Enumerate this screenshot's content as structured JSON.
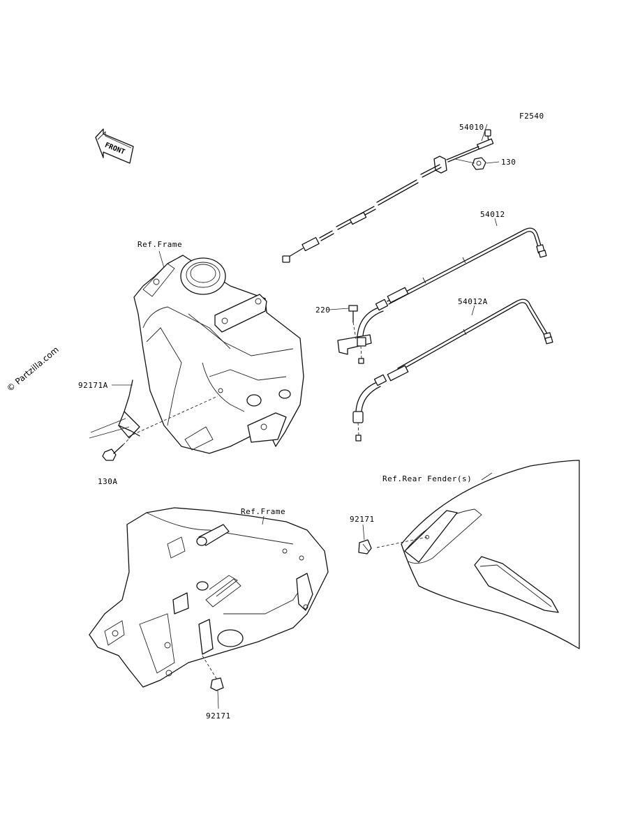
{
  "diagram_code": "F2540",
  "front_arrow_text": "FRONT",
  "watermark": "© Partzilla.com",
  "labels": {
    "p54010": "54010",
    "p130": "130",
    "p54012": "54012",
    "p220": "220",
    "p54012a": "54012A",
    "ref_frame_top": "Ref.Frame",
    "p92171a": "92171A",
    "p130a": "130A",
    "ref_rear_fender": "Ref.Rear Fender(s)",
    "ref_frame_bottom": "Ref.Frame",
    "p92171_fender": "92171",
    "p92171_bottom": "92171"
  }
}
